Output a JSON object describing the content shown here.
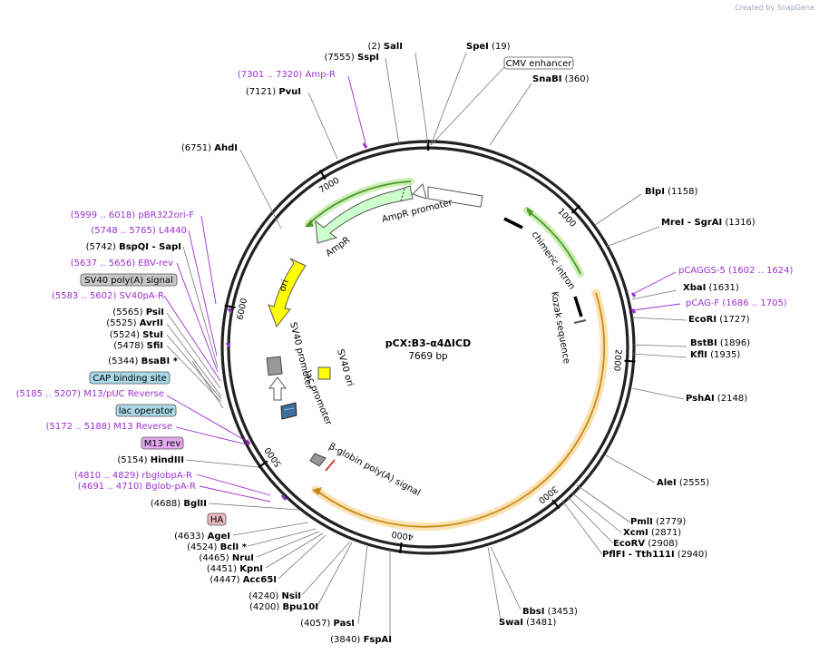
{
  "brand": "Created by SnapGene",
  "plasmid": {
    "name": "pCX:B3-α4ΔICD",
    "length_label": "7669 bp",
    "length": 7669
  },
  "ticks": [
    {
      "pos": 1000,
      "label": "1000"
    },
    {
      "pos": 2000,
      "label": "2000"
    },
    {
      "pos": 3000,
      "label": "3000"
    },
    {
      "pos": 4000,
      "label": "4000"
    },
    {
      "pos": 5000,
      "label": "5000"
    },
    {
      "pos": 6000,
      "label": "6000"
    },
    {
      "pos": 7000,
      "label": "7000"
    }
  ],
  "sites": [
    {
      "name": "SalI",
      "pos": "(2)",
      "coord": 2
    },
    {
      "name": "SpeI",
      "pos": "(19)",
      "coord": 19
    },
    {
      "name": "SnaBI",
      "pos": "(360)",
      "coord": 360
    },
    {
      "name": "BlpI",
      "pos": "(1158)",
      "coord": 1158
    },
    {
      "name": "MreI",
      "name2": "SgrAI",
      "pos": "(1316)",
      "coord": 1316
    },
    {
      "name": "XbaI",
      "pos": "(1631)",
      "coord": 1631
    },
    {
      "name": "EcoRI",
      "pos": "(1727)",
      "coord": 1727
    },
    {
      "name": "BstBI",
      "pos": "(1896)",
      "coord": 1896
    },
    {
      "name": "KflI",
      "pos": "(1935)",
      "coord": 1935
    },
    {
      "name": "PshAI",
      "pos": "(2148)",
      "coord": 2148
    },
    {
      "name": "AleI",
      "pos": "(2555)",
      "coord": 2555
    },
    {
      "name": "PmlI",
      "pos": "(2779)",
      "coord": 2779
    },
    {
      "name": "XcmI",
      "pos": "(2871)",
      "coord": 2871
    },
    {
      "name": "EcoRV",
      "pos": "(2908)",
      "coord": 2908
    },
    {
      "name": "PflFI",
      "name2": "Tth111I",
      "pos": "(2940)",
      "coord": 2940
    },
    {
      "name": "BbsI",
      "pos": "(3453)",
      "coord": 3453
    },
    {
      "name": "SwaI",
      "pos": "(3481)",
      "coord": 3481
    },
    {
      "name": "FspAI",
      "pos": "(3840)",
      "coord": 3840
    },
    {
      "name": "PasI",
      "pos": "(4057)",
      "coord": 4057
    },
    {
      "name": "Bpu10I",
      "pos": "(4200)",
      "coord": 4200
    },
    {
      "name": "NsiI",
      "pos": "(4240)",
      "coord": 4240
    },
    {
      "name": "Acc65I",
      "pos": "(4447)",
      "coord": 4447
    },
    {
      "name": "KpnI",
      "pos": "(4451)",
      "coord": 4451
    },
    {
      "name": "NruI",
      "pos": "(4465)",
      "coord": 4465
    },
    {
      "name": "BclI",
      "star": "*",
      "pos": "(4524)",
      "coord": 4524
    },
    {
      "name": "AgeI",
      "pos": "(4633)",
      "coord": 4633
    },
    {
      "name": "BglII",
      "pos": "(4688)",
      "coord": 4688
    },
    {
      "name": "HindIII",
      "pos": "(5154)",
      "coord": 5154
    },
    {
      "name": "BsaBI",
      "star": "*",
      "pos": "(5344)",
      "coord": 5344
    },
    {
      "name": "SfiI",
      "pos": "(5478)",
      "coord": 5478
    },
    {
      "name": "StuI",
      "pos": "(5524)",
      "coord": 5524
    },
    {
      "name": "AvrII",
      "pos": "(5525)",
      "coord": 5525
    },
    {
      "name": "PsiI",
      "pos": "(5565)",
      "coord": 5565
    },
    {
      "name": "BspQI",
      "name2": "SapI",
      "pos": "(5742)",
      "coord": 5742
    },
    {
      "name": "AhdI",
      "pos": "(6751)",
      "coord": 6751
    },
    {
      "name": "PvuI",
      "pos": "(7121)",
      "coord": 7121
    },
    {
      "name": "SspI",
      "pos": "(7555)",
      "coord": 7555
    }
  ],
  "primers": [
    {
      "name": "Amp-R",
      "range": "(7301 .. 7320)"
    },
    {
      "name": "pCAGGS-5",
      "range": "(1602 .. 1624)"
    },
    {
      "name": "pCAG-F",
      "range": "(1686 .. 1705)"
    },
    {
      "name": "pBR322ori-F",
      "range": "(5999 .. 6018)"
    },
    {
      "name": "L4440",
      "range": "(5748 .. 5765)"
    },
    {
      "name": "EBV-rev",
      "range": "(5637 .. 5656)"
    },
    {
      "name": "SV40pA-R",
      "range": "(5583 .. 5602)"
    },
    {
      "name": "M13/pUC Reverse",
      "range": "(5185 .. 5207)"
    },
    {
      "name": "M13 Reverse",
      "range": "(5172 .. 5188)"
    },
    {
      "name": "rbglobpA-R",
      "range": "(4810 .. 4829)"
    },
    {
      "name": "Bglob-pA-R",
      "range": "(4691 .. 4710)"
    }
  ],
  "boxed_labels": [
    {
      "text": "CMV enhancer",
      "fill": "#ffffff"
    },
    {
      "text": "SV40 poly(A) signal",
      "fill": "#c8c8c8"
    },
    {
      "text": "CAP binding site",
      "fill": "#a9d9e8"
    },
    {
      "text": "lac operator",
      "fill": "#a9d9e8"
    },
    {
      "text": "M13 rev",
      "fill": "#e3a8f0"
    },
    {
      "text": "HA",
      "fill": "#e8b8c0"
    }
  ],
  "features": {
    "ampr_promoter": "AmpR promoter",
    "ampr": "AmpR",
    "ori": "ori",
    "sv40_promoter": "SV40 promoter",
    "sv40_ori": "SV40 ori",
    "lac_promoter": "lac promoter",
    "chimeric_intron": "chimeric intron",
    "kozak": "Kozak sequence",
    "bglobin": "β-globin poly(A) signal"
  },
  "colors": {
    "ampr": "#ccffcc",
    "ori": "#ffff00",
    "sv40_ori": "#ffff00",
    "intron_glow": "#9edc6e",
    "cds_glow": "#f5c87a",
    "primer": "#9b30d0"
  }
}
